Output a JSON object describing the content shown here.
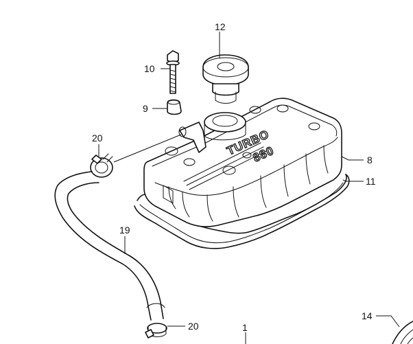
{
  "diagram": {
    "callouts": {
      "p1": "1",
      "p8": "8",
      "p9": "9",
      "p10": "10",
      "p11": "11",
      "p12": "12",
      "p14": "14",
      "p19": "19",
      "p20a": "20",
      "p20b": "20"
    },
    "embossing": {
      "top": "TURBO",
      "bottom": "880"
    }
  }
}
